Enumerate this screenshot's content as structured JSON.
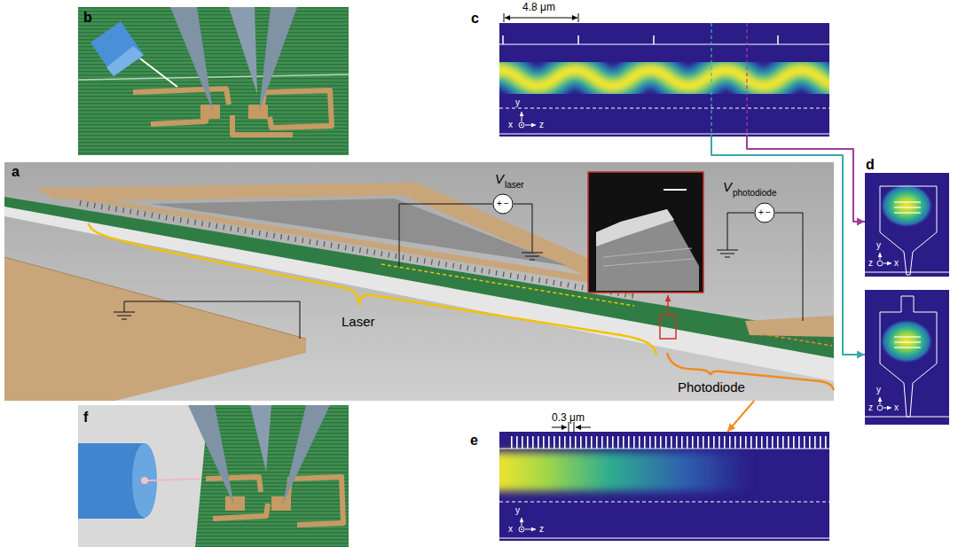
{
  "diagram": {
    "nodes": [
      {
        "text": [
          "b"
        ]
      },
      {
        "text": [
          "c",
          "y",
          "x",
          "z"
        ]
      },
      {
        "text": [
          "a",
          "Laser",
          "Photodiode"
        ]
      },
      {
        "text": [
          "+",
          "−"
        ],
        "in": 2
      },
      {
        "text": [
          "+",
          "−"
        ],
        "in": 2
      },
      {
        "text": [
          "d",
          "y",
          "z",
          "x"
        ]
      },
      {
        "text": [
          "y",
          "z",
          "x"
        ]
      },
      {
        "text": [
          "f"
        ]
      },
      {
        "text": [
          "e",
          "y",
          "x",
          "z"
        ]
      }
    ],
    "edges": [
      {
        "from": 1,
        "to": 5,
        "arrow": "to"
      },
      {
        "from": 1,
        "to": 6,
        "arrow": "to"
      },
      {
        "from": 2,
        "to": 8,
        "arrow": "to"
      }
    ],
    "labels": [
      "4.8 μm",
      "V",
      "laser",
      "V",
      "photodiode",
      "0.3 μm"
    ]
  }
}
